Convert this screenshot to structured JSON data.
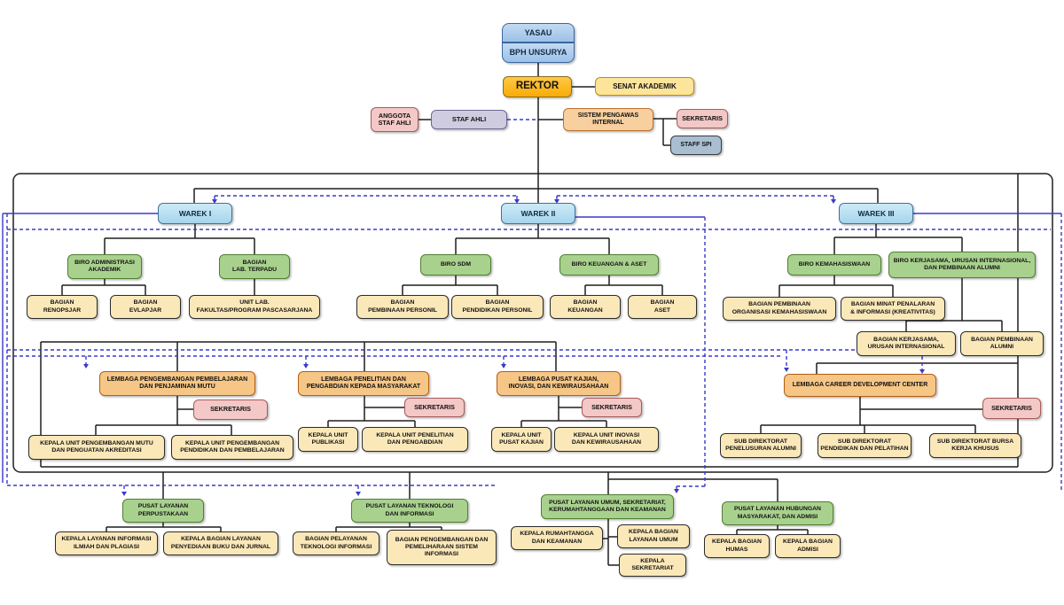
{
  "palette": {
    "blue_fill": "#9cc1e8",
    "blue_border": "#3b66a0",
    "orange_fill": "#f9ab07",
    "orange_border": "#8a6d1a",
    "yellow_fill": "#fde49b",
    "yellow_border": "#bf9000",
    "pink_fill": "#f3c8c6",
    "pink_border": "#a65c5c",
    "lavender_fill": "#cfccdf",
    "lavender_border": "#6b6894",
    "tan_fill": "#f8cf9e",
    "tan_border": "#bd7130",
    "steel_fill": "#a9bfd1",
    "steel_border": "#3c3c3c",
    "cyan_fill": "#a5d5ec",
    "cyan_border": "#41719c",
    "green_fill": "#a9d18e",
    "green_border": "#507e32",
    "cream_fill": "#fbe8b9",
    "cream_border": "#2b2b2b",
    "lembaga_fill": "#f6c686",
    "lembaga_border": "#b55f14",
    "line_black": "#1f1f1f",
    "line_blue": "#3a3ac8"
  },
  "nodes": [
    {
      "name": "yasau",
      "type": "blue",
      "label": "YASAU"
    },
    {
      "name": "bph-unsurya",
      "type": "blue",
      "label": "BPH UNSURYA"
    },
    {
      "name": "rektor",
      "type": "orange",
      "label": "REKTOR"
    },
    {
      "name": "senat-akademik",
      "type": "yellow",
      "label": "SENAT AKADEMIK"
    },
    {
      "name": "anggota-staf-ahli",
      "type": "pink",
      "label": "ANGGOTA\nSTAF AHLI"
    },
    {
      "name": "staf-ahli",
      "type": "lavender",
      "label": "STAF AHLI"
    },
    {
      "name": "sistem-pengawas-internal",
      "type": "tan",
      "label": "SISTEM PENGAWAS\nINTERNAL"
    },
    {
      "name": "sekretaris-spi",
      "type": "pink",
      "label": "SEKRETARIS"
    },
    {
      "name": "staff-spi",
      "type": "steel",
      "label": "STAFF SPI"
    },
    {
      "name": "warek-1",
      "type": "cyan",
      "label": "WAREK I"
    },
    {
      "name": "warek-2",
      "type": "cyan",
      "label": "WAREK II"
    },
    {
      "name": "warek-3",
      "type": "cyan",
      "label": "WAREK III"
    },
    {
      "name": "biro-administrasi-akademik",
      "type": "green",
      "label": "BIRO ADMINISTRASI\nAKADEMIK"
    },
    {
      "name": "bagian-lab-terpadu",
      "type": "green",
      "label": "BAGIAN\nLAB. TERPADU"
    },
    {
      "name": "bagian-renopsjar",
      "type": "cream",
      "label": "BAGIAN\nRENOPSJAR"
    },
    {
      "name": "bagian-evlapjar",
      "type": "cream",
      "label": "BAGIAN\nEVLAPJAR"
    },
    {
      "name": "unit-lab-fakultas",
      "type": "cream",
      "label": "UNIT LAB.\nFAKULTAS/PROGRAM PASCASARJANA"
    },
    {
      "name": "biro-sdm",
      "type": "green",
      "label": "BIRO SDM"
    },
    {
      "name": "biro-keuangan-aset",
      "type": "green",
      "label": "BIRO KEUANGAN & ASET"
    },
    {
      "name": "bagian-pembinaan-personil",
      "type": "cream",
      "label": "BAGIAN\nPEMBINAAN PERSONIL"
    },
    {
      "name": "bagian-pendidikan-personil",
      "type": "cream",
      "label": "BAGIAN\nPENDIDIKAN PERSONIL"
    },
    {
      "name": "bagian-keuangan",
      "type": "cream",
      "label": "BAGIAN\nKEUANGAN"
    },
    {
      "name": "bagian-aset",
      "type": "cream",
      "label": "BAGIAN\nASET"
    },
    {
      "name": "biro-kemahasiswaan",
      "type": "green",
      "label": "BIRO KEMAHASISWAAN"
    },
    {
      "name": "biro-kerjasama",
      "type": "green",
      "label": "BIRO KERJASAMA, URUSAN INTERNASIONAL,\nDAN PEMBINAAN ALUMNI"
    },
    {
      "name": "bagian-pembinaan-organisasi",
      "type": "cream",
      "label": "BAGIAN PEMBINAAN\nORGANISASI KEMAHASISWAAN"
    },
    {
      "name": "bagian-minat-penalaran",
      "type": "cream",
      "label": "BAGIAN MINAT PENALARAN\n& INFORMASI (KREATIVITAS)"
    },
    {
      "name": "bagian-kerjasama-internasional",
      "type": "cream",
      "label": "BAGIAN KERJASAMA,\nURUSAN INTERNASIONAL"
    },
    {
      "name": "bagian-pembinaan-alumni",
      "type": "cream",
      "label": "BAGIAN PEMBINAAN\nALUMNI"
    },
    {
      "name": "lembaga-pengembangan-pembelajaran",
      "type": "lembaga",
      "label": "LEMBAGA PENGEMBANGAN PEMBELAJARAN\nDAN PENJAMINAN MUTU"
    },
    {
      "name": "sekretaris-lembaga-1",
      "type": "pink",
      "label": "SEKRETARIS"
    },
    {
      "name": "kepala-unit-mutu",
      "type": "cream",
      "label": "KEPALA UNIT PENGEMBANGAN MUTU\nDAN PENGUATAN AKREDITASI"
    },
    {
      "name": "kepala-unit-pendidikan",
      "type": "cream",
      "label": "KEPALA UNIT PENGEMBANGAN\nPENDIDIKAN DAN PEMBELAJARAN"
    },
    {
      "name": "lembaga-penelitian",
      "type": "lembaga",
      "label": "LEMBAGA PENELITIAN DAN\nPENGABDIAN KEPADA MASYARAKAT"
    },
    {
      "name": "sekretaris-lembaga-2",
      "type": "pink",
      "label": "SEKRETARIS"
    },
    {
      "name": "kepala-unit-publikasi",
      "type": "cream",
      "label": "KEPALA UNIT\nPUBLIKASI"
    },
    {
      "name": "kepala-unit-penelitian",
      "type": "cream",
      "label": "KEPALA UNIT PENELITIAN\nDAN PENGABDIAN"
    },
    {
      "name": "lembaga-pusat-kajian",
      "type": "lembaga",
      "label": "LEMBAGA PUSAT KAJIAN,\nINOVASI, DAN KEWIRAUSAHAAN"
    },
    {
      "name": "sekretaris-lembaga-3",
      "type": "pink",
      "label": "SEKRETARIS"
    },
    {
      "name": "kepala-unit-pusat-kajian",
      "type": "cream",
      "label": "KEPALA UNIT\nPUSAT KAJIAN"
    },
    {
      "name": "kepala-unit-inovasi",
      "type": "cream",
      "label": "KEPALA UNIT INOVASI\nDAN KEWIRAUSAHAAN"
    },
    {
      "name": "lembaga-cdc",
      "type": "lembaga",
      "label": "LEMBAGA CAREER DEVELOPMENT CENTER"
    },
    {
      "name": "sekretaris-lembaga-4",
      "type": "pink",
      "label": "SEKRETARIS"
    },
    {
      "name": "sub-direktorat-penelusuran-alumni",
      "type": "cream",
      "label": "SUB DIREKTORAT\nPENELUSURAN ALUMNI"
    },
    {
      "name": "sub-direktorat-pendidikan-pelatihan",
      "type": "cream",
      "label": "SUB DIREKTORAT\nPENDIDIKAN DAN PELATIHAN"
    },
    {
      "name": "sub-direktorat-bursa-kerja",
      "type": "cream",
      "label": "SUB DIREKTORAT BURSA\nKERJA KHUSUS"
    },
    {
      "name": "pusat-layanan-perpustakaan",
      "type": "green",
      "label": "PUSAT LAYANAN\nPERPUSTAKAAN"
    },
    {
      "name": "kepala-layanan-informasi-ilmiah",
      "type": "cream",
      "label": "KEPALA LAYANAN INFORMASI\nILMIAH DAN PLAGIASI"
    },
    {
      "name": "kepala-bagian-penyediaan-buku",
      "type": "cream",
      "label": "KEPALA BAGIAN LAYANAN\nPENYEDIAAN BUKU DAN JURNAL"
    },
    {
      "name": "pusat-layanan-teknologi",
      "type": "green",
      "label": "PUSAT LAYANAN TEKNOLOGI\nDAN INFORMASI"
    },
    {
      "name": "bagian-pelayanan-ti",
      "type": "cream",
      "label": "BAGIAN PELAYANAN\nTEKNOLOGI INFORMASI"
    },
    {
      "name": "bagian-pengembangan-sistem",
      "type": "cream",
      "label": "BAGIAN PENGEMBANGAN DAN\nPEMELIHARAAN SISTEM\nINFORMASI"
    },
    {
      "name": "pusat-layanan-umum",
      "type": "green",
      "label": "PUSAT LAYANAN UMUM, SEKRETARIAT,\nKERUMAHTANGGAAN DAN KEAMANAN"
    },
    {
      "name": "kepala-rumahtangga",
      "type": "cream",
      "label": "KEPALA RUMAHTANGGA\nDAN KEAMANAN"
    },
    {
      "name": "kepala-bagian-layanan-umum",
      "type": "cream",
      "label": "KEPALA BAGIAN\nLAYANAN UMUM"
    },
    {
      "name": "kepala-sekretariat",
      "type": "cream",
      "label": "KEPALA\nSEKRETARIAT"
    },
    {
      "name": "pusat-layanan-humas",
      "type": "green",
      "label": "PUSAT LAYANAN HUBUNGAN\nMASYARAKAT, DAN ADMISI"
    },
    {
      "name": "kepala-bagian-humas",
      "type": "cream",
      "label": "KEPALA BAGIAN\nHUMAS"
    },
    {
      "name": "kepala-bagian-admisi",
      "type": "cream",
      "label": "KEPALA BAGIAN\nADMISI"
    }
  ]
}
